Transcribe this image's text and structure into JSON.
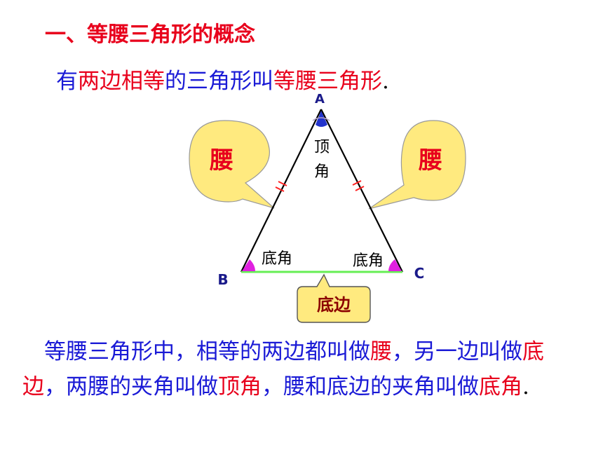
{
  "heading": "一、等腰三角形的概念",
  "definition": {
    "p1": "有",
    "p2": "两边相等",
    "p3": "的三角形叫",
    "p4": "等腰三角形",
    "p5": "."
  },
  "diagram": {
    "vertex_a": "A",
    "vertex_b": "B",
    "vertex_c": "C",
    "apex_angle_line1": "顶",
    "apex_angle_line2": "角",
    "base_angle_left": "底角",
    "base_angle_right": "底角",
    "leg_left_callout": "腰",
    "leg_right_callout": "腰",
    "base_callout": "底边"
  },
  "paragraph": {
    "s1": "等腰三角形中，相等的两边都叫做",
    "s2": "腰",
    "s3": "，另一边叫做",
    "s4": "底边",
    "s5": "，两腰的夹角叫做",
    "s6": "顶角",
    "s7": "，腰和底边的夹角叫做",
    "s8": "底角",
    "s9": "."
  },
  "colors": {
    "text_blue": "#1a1ad6",
    "text_red": "#e8001c",
    "callout_fill": "#ffea7f",
    "base_line": "#66ee55",
    "apex_mark": "#2233cc",
    "base_angle_mark": "#e020e0"
  }
}
